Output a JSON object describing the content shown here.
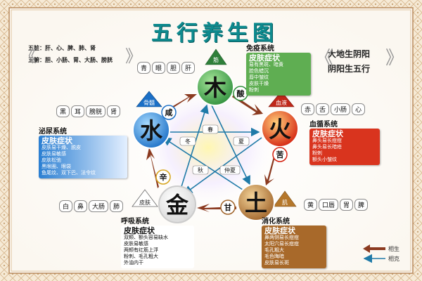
{
  "title": "五行养生图",
  "organs_left": [
    "五脏：肝、心、脾、肺、肾",
    "五腑：胆、小肠、胃、大肠、膀胱"
  ],
  "slogan_right": [
    "大地生阴阳",
    "阴阳生五行"
  ],
  "elements": {
    "wood": {
      "name": "木",
      "taste": "酸",
      "tissue": "筋",
      "color": "#3aa64a"
    },
    "fire": {
      "name": "火",
      "taste": "苦",
      "tissue": "血液",
      "color": "#e03a1c"
    },
    "earth": {
      "name": "土",
      "taste": "甘",
      "tissue": "肌",
      "color": "#b5772a"
    },
    "metal": {
      "name": "金",
      "taste": "辛",
      "tissue": "皮肤",
      "color": "#d6a41e"
    },
    "water": {
      "name": "水",
      "taste": "咸",
      "tissue": "骨髓",
      "color": "#2b7fd2"
    }
  },
  "seasons": [
    "春",
    "夏",
    "仲夏",
    "秋",
    "冬"
  ],
  "chips": {
    "wood": [
      "青",
      "眼",
      "胆",
      "肝"
    ],
    "fire": [
      "赤",
      "舌",
      "小肠",
      "心"
    ],
    "water": [
      "黑",
      "耳",
      "膀胱",
      "肾"
    ],
    "metal": [
      "白",
      "鼻",
      "大肠",
      "肺"
    ],
    "earth": [
      "黄",
      "口唇",
      "胃",
      "脾"
    ]
  },
  "systems": {
    "wood": {
      "name": "免疫系统",
      "head": "皮肤症状",
      "lines": [
        "易有黑斑、暗黄",
        "脸色蜡沉",
        "唇中皱纹",
        "皮肤干燥",
        "粉刺"
      ]
    },
    "fire": {
      "name": "血循系统",
      "head": "皮肤症状",
      "lines": [
        "鼻头易长痘痘",
        "鼻头易长暗疮",
        "粉刺",
        "额头小皱纹"
      ]
    },
    "water": {
      "name": "泌尿系统",
      "head": "皮肤症状",
      "lines": [
        "皮肤易干燥、脱皮",
        "皮肤易敏感",
        "皮肤松弛",
        "黑眼圈、眼袋",
        "鱼尾纹、双下巴、法令纹"
      ]
    },
    "metal": {
      "name": "呼吸系统",
      "head": "皮肤症状",
      "lines": [
        "双颊、额头容易缺水",
        "皮肤易敏感",
        "两颊有红筋上浮",
        "粉刺、毛孔粗大",
        "外油内干"
      ]
    },
    "earth": {
      "name": "消化系统",
      "head": "皮肤症状",
      "lines": [
        "鼻两侧易长痘痘",
        "太阳穴易长痘痘",
        "毛孔粗大",
        "毛色晦暗",
        "皮肤易长斑"
      ]
    }
  },
  "legend": {
    "sheng": "相生",
    "ke": "相克"
  },
  "colors": {
    "title": "#0d8a8e",
    "sheng_arrow": "#8b3a20",
    "ke_arrow": "#1f7aa8",
    "background": "#f4e6cf",
    "frame": "#c9a77a"
  }
}
